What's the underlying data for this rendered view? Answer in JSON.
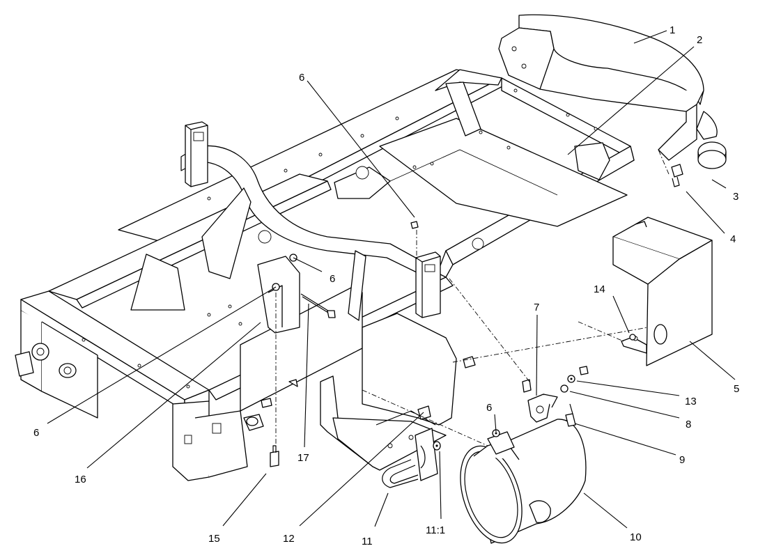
{
  "diagram": {
    "callouts": [
      {
        "id": "c1",
        "label": "1"
      },
      {
        "id": "c2",
        "label": "2"
      },
      {
        "id": "c3",
        "label": "3"
      },
      {
        "id": "c4",
        "label": "4"
      },
      {
        "id": "c5",
        "label": "5"
      },
      {
        "id": "c6a",
        "label": "6"
      },
      {
        "id": "c6b",
        "label": "6"
      },
      {
        "id": "c6c",
        "label": "6"
      },
      {
        "id": "c6d",
        "label": "6"
      },
      {
        "id": "c7",
        "label": "7"
      },
      {
        "id": "c8",
        "label": "8"
      },
      {
        "id": "c9",
        "label": "9"
      },
      {
        "id": "c10",
        "label": "10"
      },
      {
        "id": "c11",
        "label": "11"
      },
      {
        "id": "c11_1",
        "label": "11:1"
      },
      {
        "id": "c12",
        "label": "12"
      },
      {
        "id": "c13",
        "label": "13"
      },
      {
        "id": "c14",
        "label": "14"
      },
      {
        "id": "c15",
        "label": "15"
      },
      {
        "id": "c16",
        "label": "16"
      },
      {
        "id": "c17",
        "label": "17"
      }
    ]
  }
}
